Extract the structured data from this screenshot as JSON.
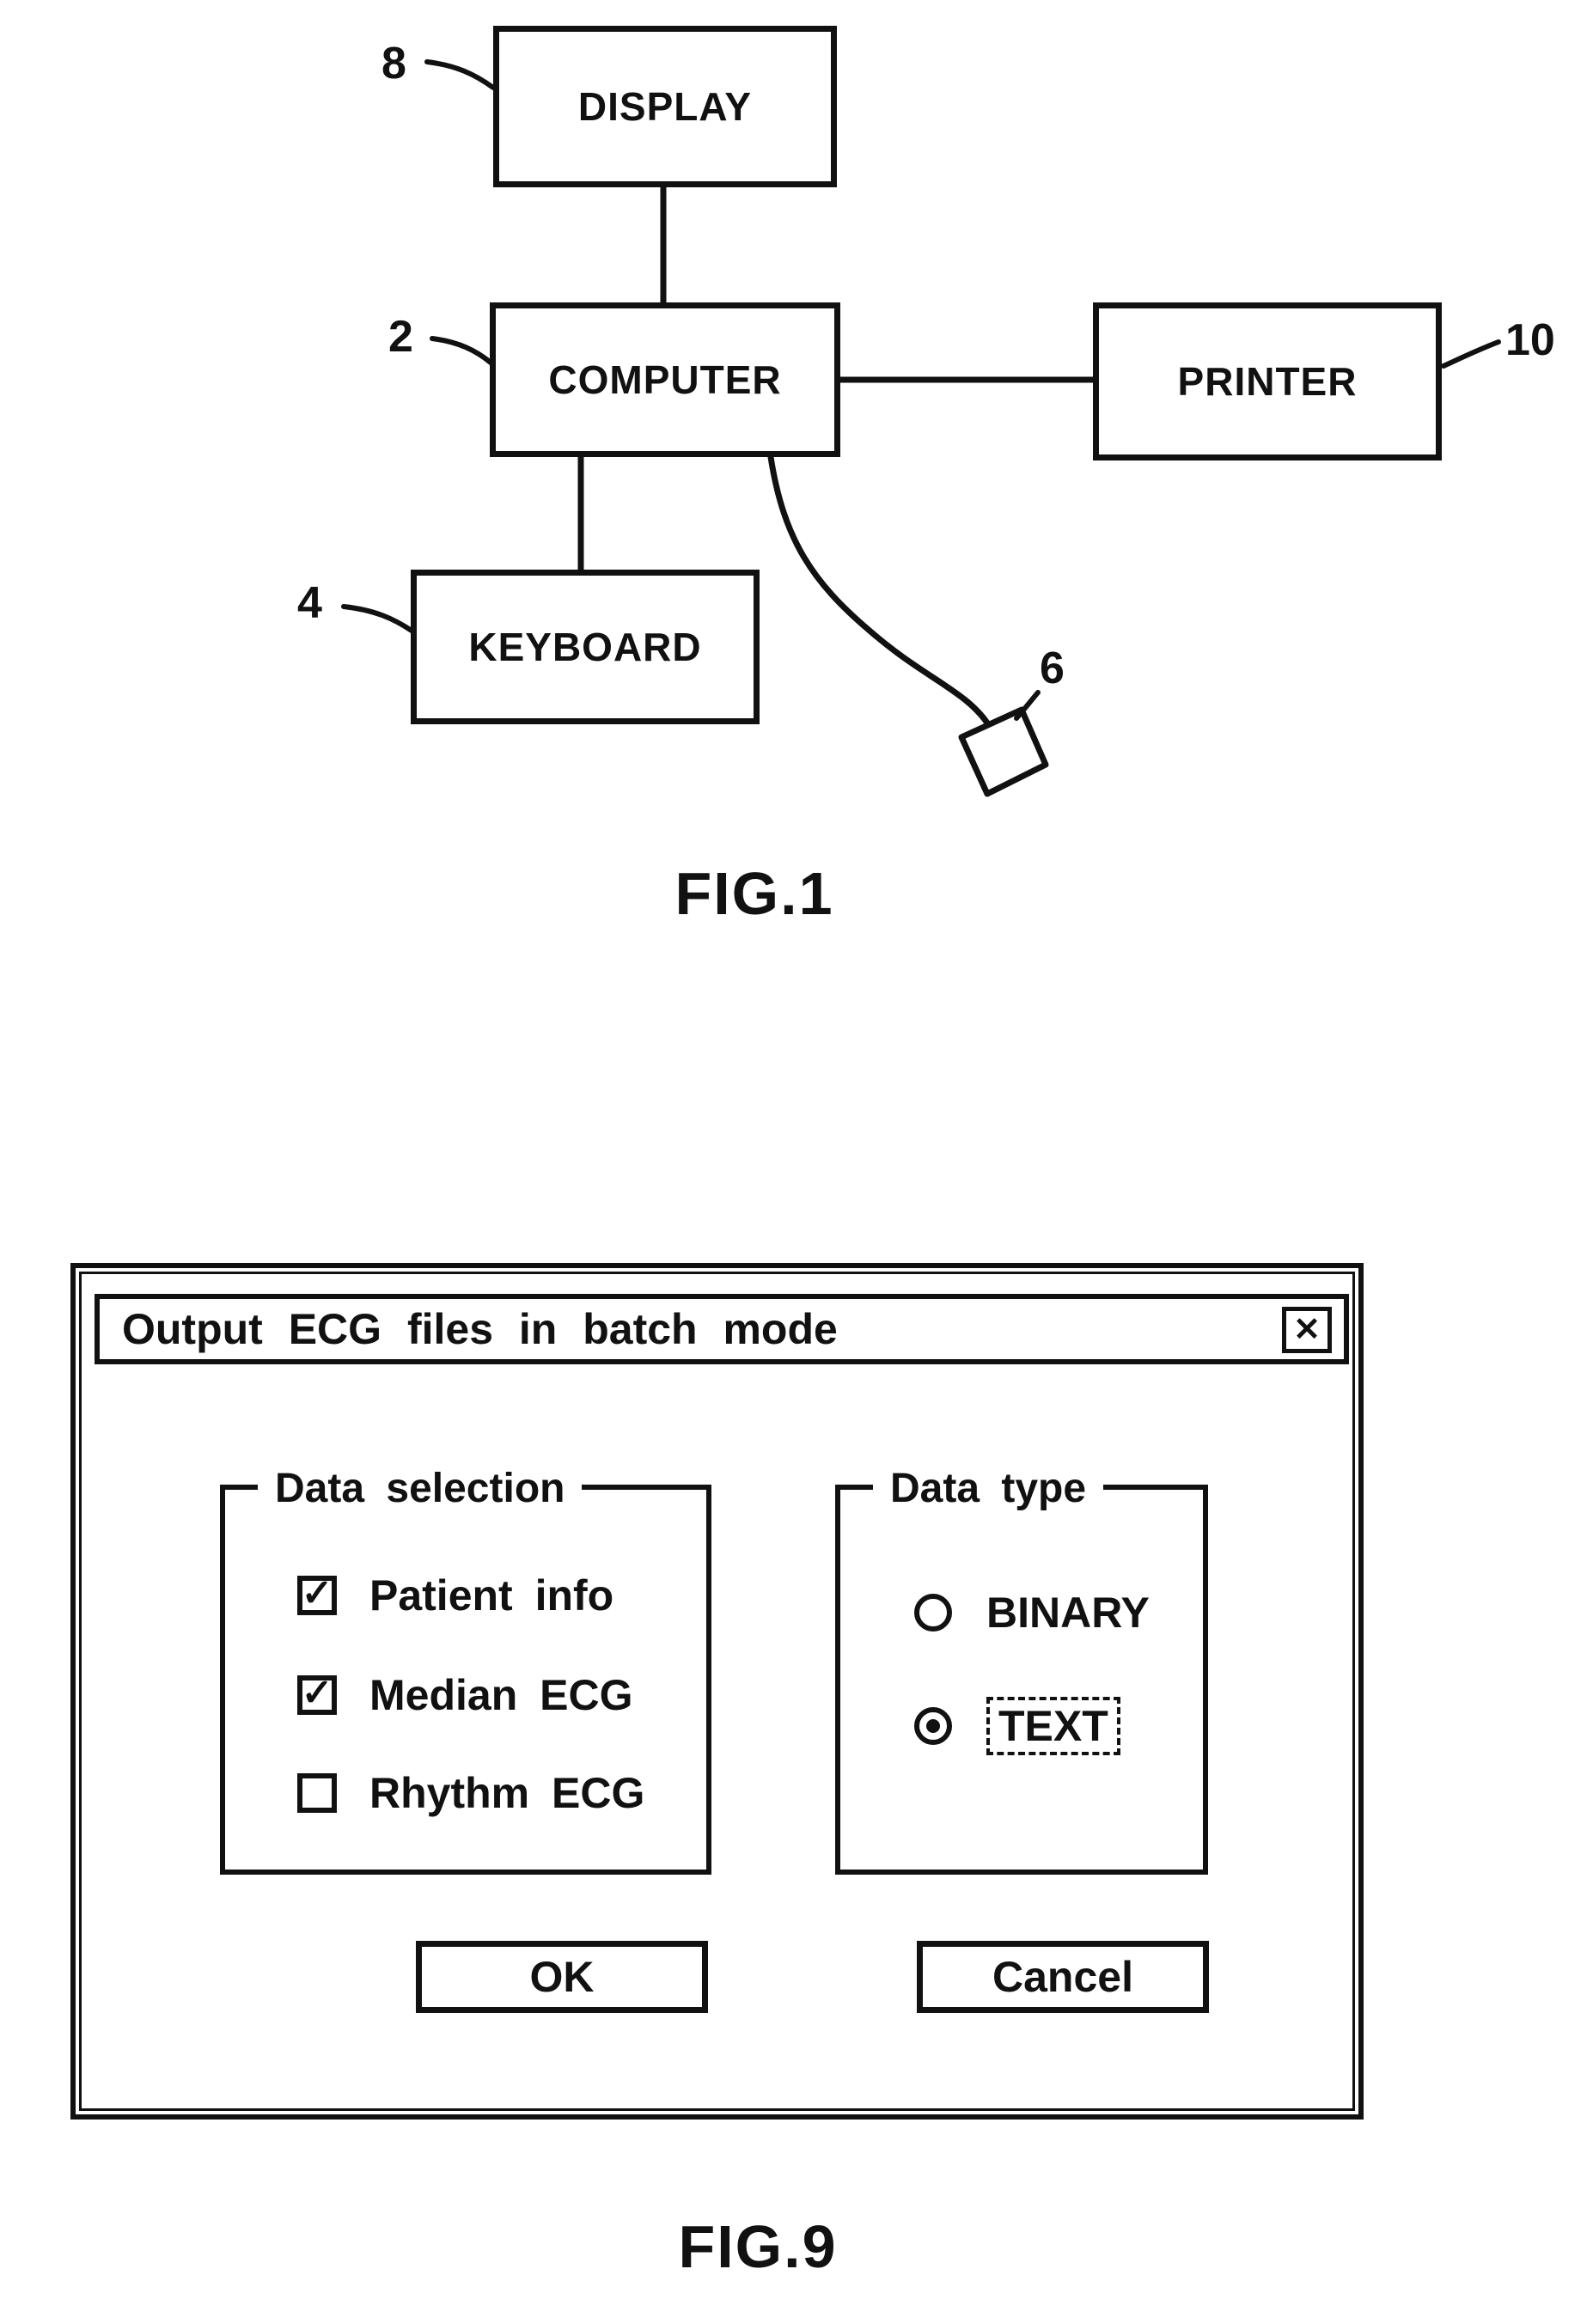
{
  "fig1": {
    "caption": "FIG.1",
    "boxes": {
      "display": "DISPLAY",
      "computer": "COMPUTER",
      "printer": "PRINTER",
      "keyboard": "KEYBOARD"
    },
    "ref_labels": {
      "display": "8",
      "computer": "2",
      "printer": "10",
      "keyboard": "4",
      "mouse": "6"
    }
  },
  "fig9": {
    "caption": "FIG.9",
    "dialog": {
      "title": "Output ECG files in batch mode",
      "close_glyph": "✕",
      "data_selection": {
        "legend": "Data selection",
        "items": [
          {
            "label": "Patient info",
            "checked": true
          },
          {
            "label": "Median ECG",
            "checked": true
          },
          {
            "label": "Rhythm ECG",
            "checked": false
          }
        ]
      },
      "data_type": {
        "legend": "Data type",
        "options": [
          {
            "label": "BINARY",
            "selected": false
          },
          {
            "label": "TEXT",
            "selected": true
          }
        ]
      },
      "ok_label": "OK",
      "cancel_label": "Cancel"
    }
  },
  "glyphs": {
    "check": "✓"
  },
  "colors": {
    "ink": "#111111",
    "paper": "#ffffff"
  }
}
